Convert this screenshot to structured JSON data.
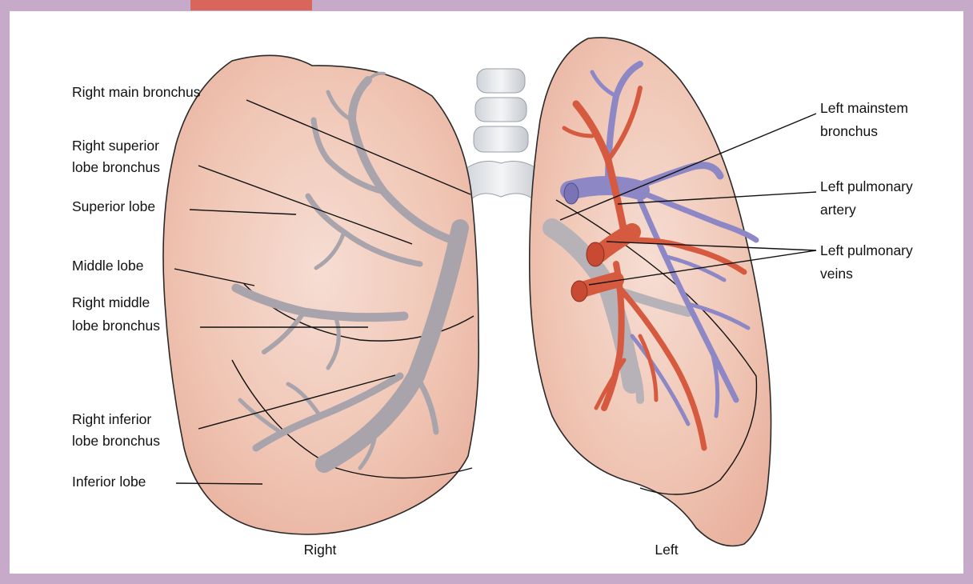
{
  "labels_right": {
    "right_main_bronchus": "Right main bronchus",
    "right_superior_lobe_bronchus_1": "Right superior",
    "right_superior_lobe_bronchus_2": "lobe bronchus",
    "superior_lobe": "Superior lobe",
    "middle_lobe": "Middle lobe",
    "right_middle_lobe_bronchus_1": "Right middle",
    "right_middle_lobe_bronchus_2": "lobe bronchus",
    "right_inferior_lobe_bronchus_1": "Right inferior",
    "right_inferior_lobe_bronchus_2": "lobe bronchus",
    "inferior_lobe": "Inferior lobe"
  },
  "labels_left": {
    "left_mainstem_bronchus_1": "Left mainstem",
    "left_mainstem_bronchus_2": "bronchus",
    "left_pulmonary_artery_1": "Left pulmonary",
    "left_pulmonary_artery_2": "artery",
    "left_pulmonary_veins_1": "Left pulmonary",
    "left_pulmonary_veins_2": "veins"
  },
  "captions": {
    "right": "Right",
    "left": "Left"
  },
  "colors": {
    "frame": "#c7a9c9",
    "lung_fill": "#f2cdbf",
    "bronchus": "#b9b4ba",
    "artery": "#d9573d",
    "vein": "#8c84c4"
  }
}
